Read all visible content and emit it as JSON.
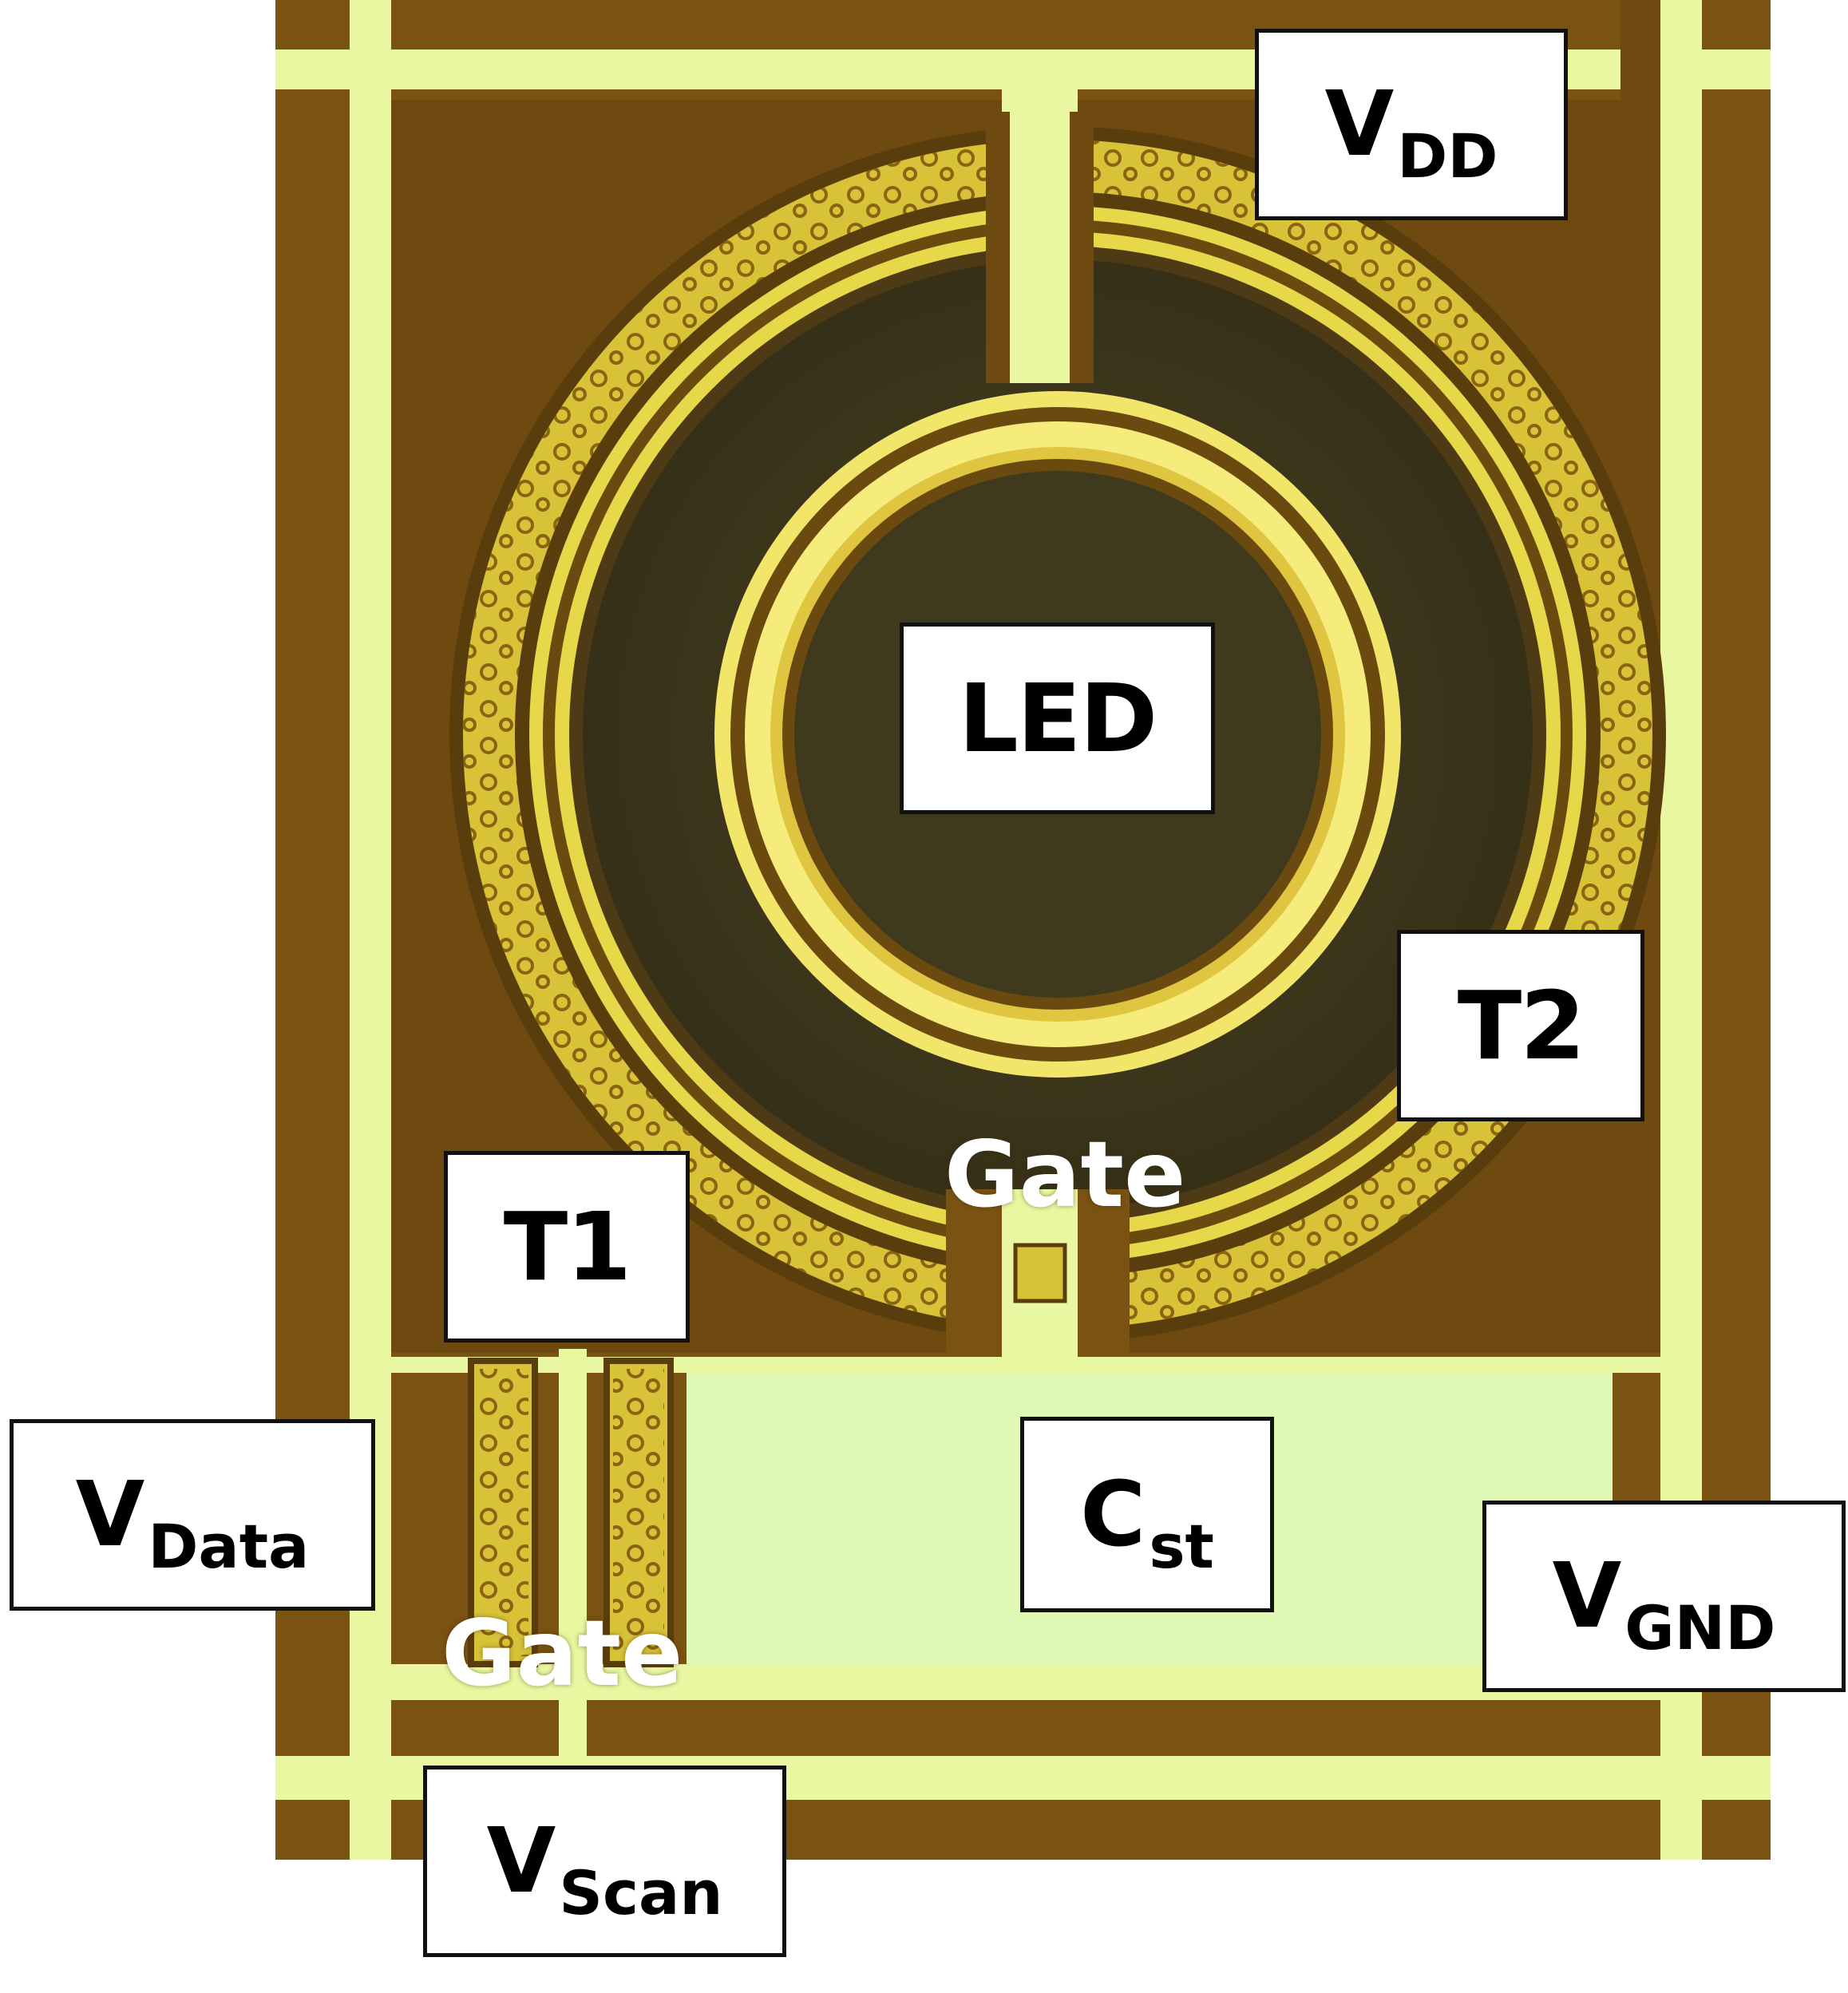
{
  "labels": {
    "vdd": {
      "main": "V",
      "sub": "DD"
    },
    "led": "LED",
    "t2": "T2",
    "t1": "T1",
    "vdata": {
      "main": "V",
      "sub": "Data"
    },
    "cst": {
      "main": "C",
      "sub": "st"
    },
    "vgnd": {
      "main": "V",
      "sub": "GND"
    },
    "vscan": {
      "main": "V",
      "sub": "Scan"
    },
    "gate_t2": "Gate",
    "gate_t1": "Gate"
  },
  "colors": {
    "substrate": "#7a5212",
    "metal_line": "#e8f7a0",
    "metal_gold": "#d7c238",
    "led_core": "#3f3a1e",
    "capacitor": "#dff8b4"
  }
}
